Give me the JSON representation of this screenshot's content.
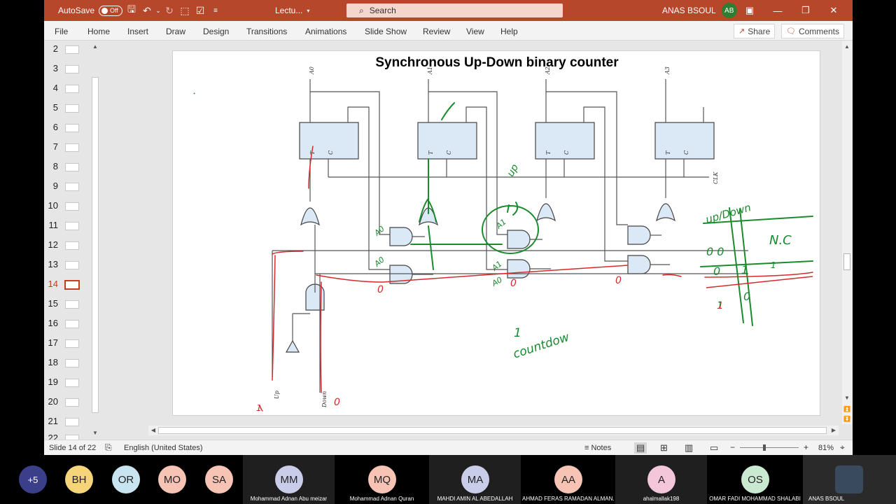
{
  "titlebar": {
    "autosave_label": "AutoSave",
    "autosave_state": "Off",
    "filename": "Lectu...",
    "search_placeholder": "Search",
    "user_name": "ANAS BSOUL",
    "user_initials": "AB"
  },
  "ribbon": {
    "tabs": [
      "File",
      "Home",
      "Insert",
      "Draw",
      "Design",
      "Transitions",
      "Animations",
      "Slide Show",
      "Review",
      "View",
      "Help"
    ],
    "share_label": "Share",
    "comments_label": "Comments"
  },
  "thumbnails": {
    "numbers": [
      "2",
      "3",
      "4",
      "5",
      "6",
      "7",
      "8",
      "9",
      "10",
      "11",
      "12",
      "13",
      "14",
      "15",
      "16",
      "17",
      "18",
      "19",
      "20",
      "21",
      "22"
    ],
    "active": "14"
  },
  "slide": {
    "title": "Synchronous Up-Down binary counter",
    "flipflop_labels": [
      "A0",
      "A1",
      "A2",
      "A3"
    ],
    "t_label": "T",
    "c_label": "C",
    "clk_label": "CLK",
    "input_up": "Up",
    "input_down": "Down",
    "annotations": {
      "up": "up",
      "countdown": "countdow",
      "a0": "A0",
      "a1": "A1",
      "zero": "0",
      "one": "1",
      "table_header": "up/Down",
      "nc": "N.C",
      "row1": "0 0",
      "row2a": "0",
      "row2b": "1",
      "row3a": "1",
      "row3b": "0"
    }
  },
  "status": {
    "slide_info": "Slide 14 of 22",
    "language": "English (United States)",
    "notes_label": "Notes",
    "zoom": "81%"
  },
  "participants": {
    "overflow": "+5",
    "circles": [
      "BH",
      "OR",
      "MO",
      "SA"
    ],
    "tiles": [
      {
        "initials": "MM",
        "name": "Mohammad Adnan Abu meizar"
      },
      {
        "initials": "MQ",
        "name": "Mohammad Adnan Quran"
      },
      {
        "initials": "MA",
        "name": "MAHDI AMIN AL ABEDALLAH"
      },
      {
        "initials": "AA",
        "name": "AHMAD FERAS RAMADAN ALMAN..."
      },
      {
        "initials": "A",
        "name": "ahalmallak198"
      },
      {
        "initials": "OS",
        "name": "OMAR FADI MOHAMMAD SHALABI"
      },
      {
        "initials": "",
        "name": "ANAS BSOUL"
      }
    ]
  },
  "colors": {
    "accent": "#b7472a",
    "ink_green": "#1a8a2e",
    "ink_red": "#d42a2a"
  }
}
